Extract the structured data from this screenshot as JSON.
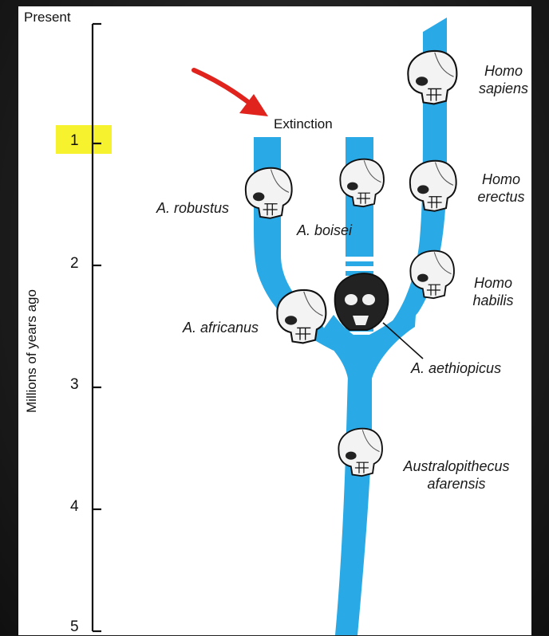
{
  "axis": {
    "label": "Millions of years ago",
    "present_label": "Present",
    "ticks": [
      "1",
      "2",
      "3",
      "4",
      "5"
    ],
    "highlight_color": "#f6f22d"
  },
  "branch_color": "#29a9e6",
  "arrow_color": "#e0231c",
  "extinction_label": "Extinction",
  "species": {
    "a_robustus": "A. robustus",
    "a_boisei": "A. boisei",
    "a_africanus": "A. africanus",
    "a_aethiopicus": "A. aethiopicus",
    "homo_sapiens": [
      "Homo",
      "sapiens"
    ],
    "homo_erectus": [
      "Homo",
      "erectus"
    ],
    "homo_habilis": [
      "Homo",
      "habilis"
    ],
    "au_afarensis": [
      "Australopithecus",
      "afarensis"
    ]
  },
  "icons": [
    "skull-icon"
  ]
}
